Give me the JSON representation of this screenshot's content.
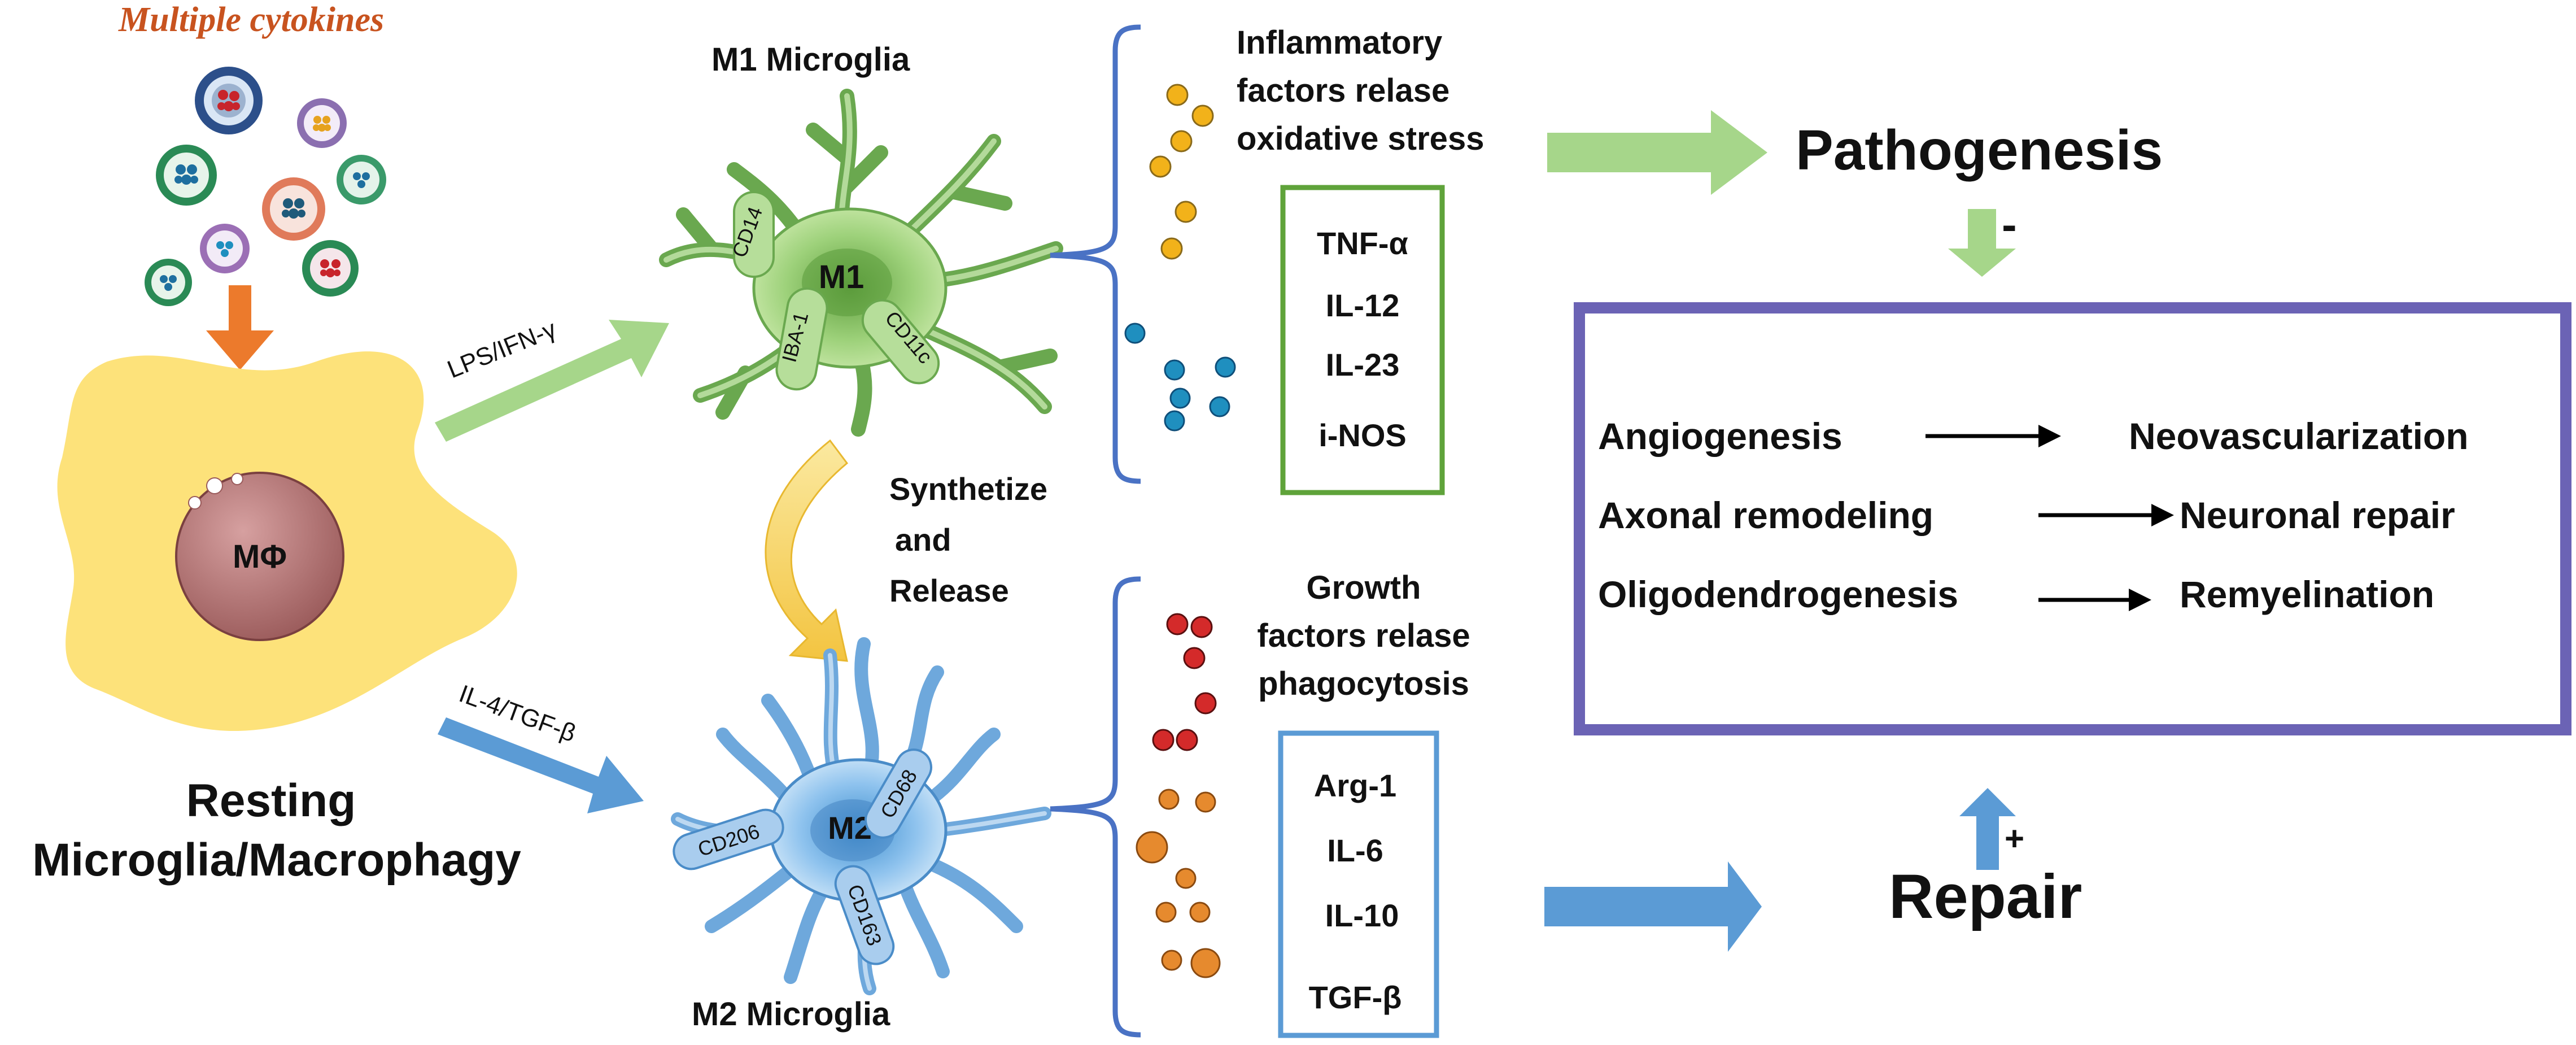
{
  "cytokines": {
    "title": "Multiple cytokines"
  },
  "resting": {
    "cell_label": "MΦ",
    "caption_line1": "Resting",
    "caption_line2": "Microglia/Macrophagy"
  },
  "arrows": {
    "m1_stimulus": "LPS/IFN-γ",
    "m2_stimulus": "IL-4/TGF-β"
  },
  "m1": {
    "title": "M1 Microglia",
    "body_label": "M1",
    "markers": [
      "CD14",
      "IBA-1",
      "CD11c"
    ],
    "release_text": [
      "Inflammatory",
      "factors relase",
      "oxidative stress"
    ],
    "factors": [
      "TNF-α",
      "IL-12",
      "IL-23",
      "i-NOS"
    ]
  },
  "m2": {
    "title": "M2 Microglia",
    "body_label": "M2",
    "markers": [
      "CD206",
      "CD68",
      "CD163"
    ],
    "release_text": [
      "Growth",
      "factors relase",
      "phagocytosis"
    ],
    "factors": [
      "Arg-1",
      "IL-6",
      "IL-10",
      "TGF-β"
    ]
  },
  "synth": [
    "Synthetize",
    "and",
    "Release"
  ],
  "outcomes": {
    "pathogenesis": "Pathogenesis",
    "minus": "-",
    "repair": "Repair",
    "plus": "+",
    "rows": [
      {
        "left": "Angiogenesis",
        "right": "Neovascularization"
      },
      {
        "left": "Axonal remodeling",
        "right": "Neuronal repair"
      },
      {
        "left": "Oligodendrogenesis",
        "right": "Remyelination"
      }
    ]
  },
  "colors": {
    "title_orange": "#c8531f",
    "m1_green": "#9ccd7c",
    "m1_box": "#5fa33a",
    "m2_blue": "#5b9bd5",
    "m2_box": "#5b9bd5",
    "bracket": "#4a72c4",
    "outcome_box": "#6b63b5",
    "macrophage_yellow": "#fde27a",
    "orange_arrow": "#ec7a2c"
  }
}
